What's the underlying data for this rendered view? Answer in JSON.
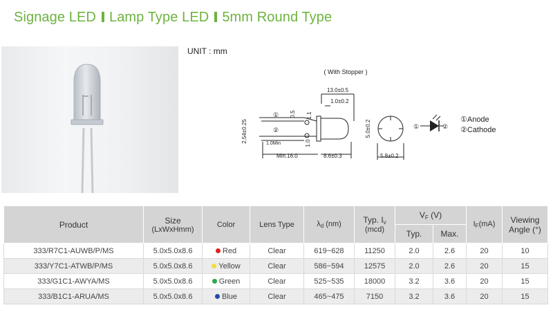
{
  "header": {
    "crumb1": "Signage LED",
    "crumb2": "Lamp Type LED",
    "crumb3": "5mm Round Type"
  },
  "unit_label": "UNIT : mm",
  "diagram": {
    "stopper_label": "( With Stopper )",
    "dim_total": "13.0±0.5",
    "dim_flange": "1.0±0.2",
    "dim_lead_spacing": "2.54±0.25",
    "dim_lead": "0.5",
    "dim_body_dia": "5.0±0.2",
    "dim_base_dia": "5.8±0.2",
    "dim_min_lead": "Min.16.0",
    "dim_body_len": "8.6±0.3",
    "dim_min": "1.0Min",
    "dim_stopper1": "1.1",
    "dim_stopper2": "1.0",
    "pin1_marker": "①",
    "pin2_marker": "②",
    "anode_label": "①Anode",
    "cathode_label": "②Cathode"
  },
  "table": {
    "headers": {
      "product": "Product",
      "size_line1": "Size",
      "size_line2": "(LxWxHmm)",
      "color": "Color",
      "lens_type": "Lens Type",
      "lambda_symbol": "λ",
      "lambda_sub": "d",
      "lambda_unit": "(nm)",
      "typ_iv": "Typ. I",
      "typ_iv_sub": "v",
      "typ_iv_unit": "(mcd)",
      "vf_main": "V",
      "vf_sub": "F",
      "vf_unit": "(V)",
      "vf_typ": "Typ.",
      "vf_max": "Max.",
      "if_main": "I",
      "if_sub": "F",
      "if_unit": "(mA)",
      "viewing_line1": "Viewing",
      "viewing_line2": "Angle (°)"
    },
    "rows": [
      {
        "product": "333/R7C1-AUWB/P/MS",
        "size": "5.0x5.0x8.6",
        "color": "Red",
        "dot_color": "#e02020",
        "lens": "Clear",
        "wavelength": "619~628",
        "iv": "11250",
        "vf_typ": "2.0",
        "vf_max": "2.6",
        "if_ma": "20",
        "angle": "10"
      },
      {
        "product": "333/Y7C1-ATWB/P/MS",
        "size": "5.0x5.0x8.6",
        "color": "Yellow",
        "dot_color": "#f2dc3a",
        "lens": "Clear",
        "wavelength": "586~594",
        "iv": "12575",
        "vf_typ": "2.0",
        "vf_max": "2.6",
        "if_ma": "20",
        "angle": "15"
      },
      {
        "product": "333/G1C1-AWYA/MS",
        "size": "5.0x5.0x8.6",
        "color": "Green",
        "dot_color": "#2ea84a",
        "lens": "Clear",
        "wavelength": "525~535",
        "iv": "18000",
        "vf_typ": "3.2",
        "vf_max": "3.6",
        "if_ma": "20",
        "angle": "15"
      },
      {
        "product": "333/B1C1-ARUA/MS",
        "size": "5.0x5.0x8.6",
        "color": "Blue",
        "dot_color": "#2448a8",
        "lens": "Clear",
        "wavelength": "465~475",
        "iv": "7150",
        "vf_typ": "3.2",
        "vf_max": "3.6",
        "if_ma": "20",
        "angle": "15"
      }
    ]
  }
}
